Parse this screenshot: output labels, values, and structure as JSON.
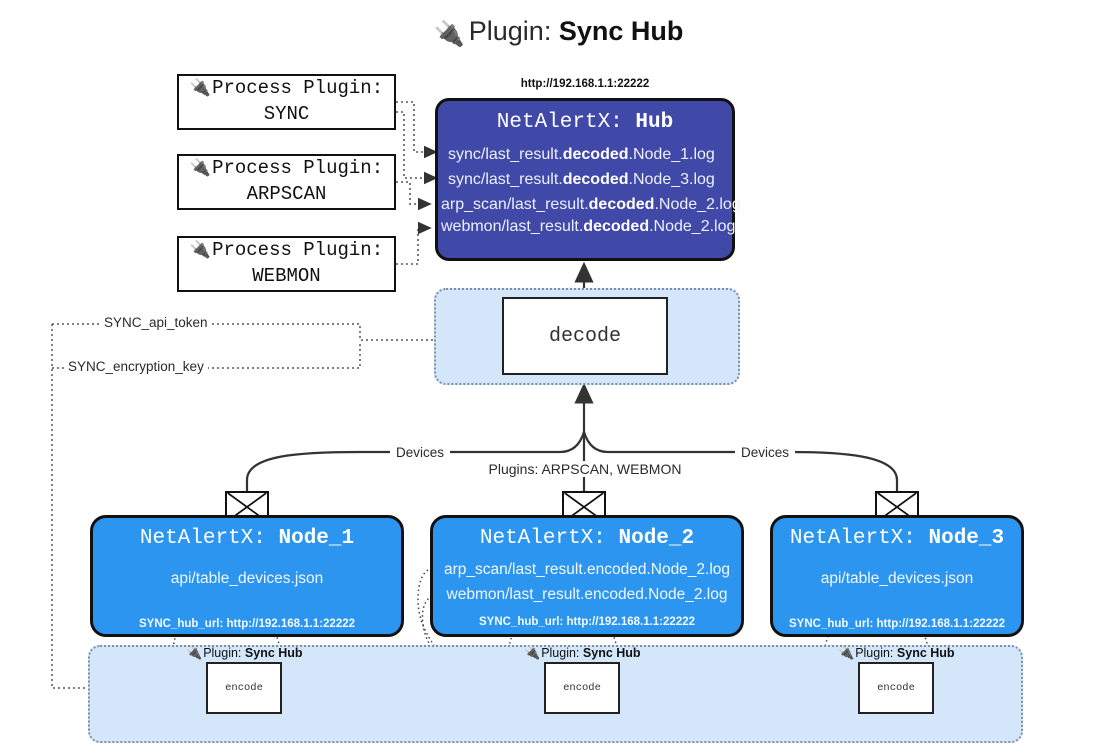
{
  "title": {
    "icon": "plug-icon",
    "prefix": "Plugin:",
    "name": "Sync Hub"
  },
  "process_plugins": [
    {
      "head": "Process Plugin:",
      "name": "SYNC"
    },
    {
      "head": "Process Plugin:",
      "name": "ARPSCAN"
    },
    {
      "head": "Process Plugin:",
      "name": "WEBMON"
    }
  ],
  "hub": {
    "url": "http://192.168.1.1:22222",
    "title_prefix": "NetAlertX:",
    "title_name": "Hub",
    "logs": [
      {
        "pre": "sync/last_result.",
        "mid": "decoded",
        "post": ".Node_1.log"
      },
      {
        "pre": "sync/last_result.",
        "mid": "decoded",
        "post": ".Node_3.log"
      },
      {
        "pre": "arp_scan/last_result.",
        "mid": "decoded",
        "post": ".Node_2.log"
      },
      {
        "pre": "webmon/last_result.",
        "mid": "decoded",
        "post": ".Node_2.log"
      }
    ]
  },
  "decode": {
    "label": "decode"
  },
  "secrets": [
    {
      "label": "SYNC_api_token"
    },
    {
      "label": "SYNC_encryption_key"
    }
  ],
  "edge_labels": {
    "devices_left": "Devices",
    "devices_right": "Devices",
    "plugins_middle": "Plugins: ARPSCAN, WEBMON"
  },
  "nodes": [
    {
      "title_prefix": "NetAlertX:",
      "title_name": "Node_1",
      "lines": [
        "api/table_devices.json"
      ],
      "hub_url_label": "SYNC_hub_url: http://192.168.1.1:22222",
      "envelope": "envelope-icon"
    },
    {
      "title_prefix": "NetAlertX:",
      "title_name": "Node_2",
      "lines": [
        "arp_scan/last_result.encoded.Node_2.log",
        "webmon/last_result.encoded.Node_2.log"
      ],
      "hub_url_label": "SYNC_hub_url: http://192.168.1.1:22222",
      "envelope": "envelope-icon"
    },
    {
      "title_prefix": "NetAlertX:",
      "title_name": "Node_3",
      "lines": [
        "api/table_devices.json"
      ],
      "hub_url_label": "SYNC_hub_url: http://192.168.1.1:22222",
      "envelope": "envelope-icon"
    }
  ],
  "encoders": [
    {
      "plugin_prefix": "Plugin:",
      "plugin_name": "Sync Hub",
      "box": "encode"
    },
    {
      "plugin_prefix": "Plugin:",
      "plugin_name": "Sync Hub",
      "box": "encode"
    },
    {
      "plugin_prefix": "Plugin:",
      "plugin_name": "Sync Hub",
      "box": "encode"
    }
  ],
  "colors": {
    "hub_fill": "#4049a8",
    "node_fill": "#2b95f0",
    "band_fill": "#d4e7fa",
    "band_border": "#7d8fa3",
    "stroke": "#111111"
  }
}
